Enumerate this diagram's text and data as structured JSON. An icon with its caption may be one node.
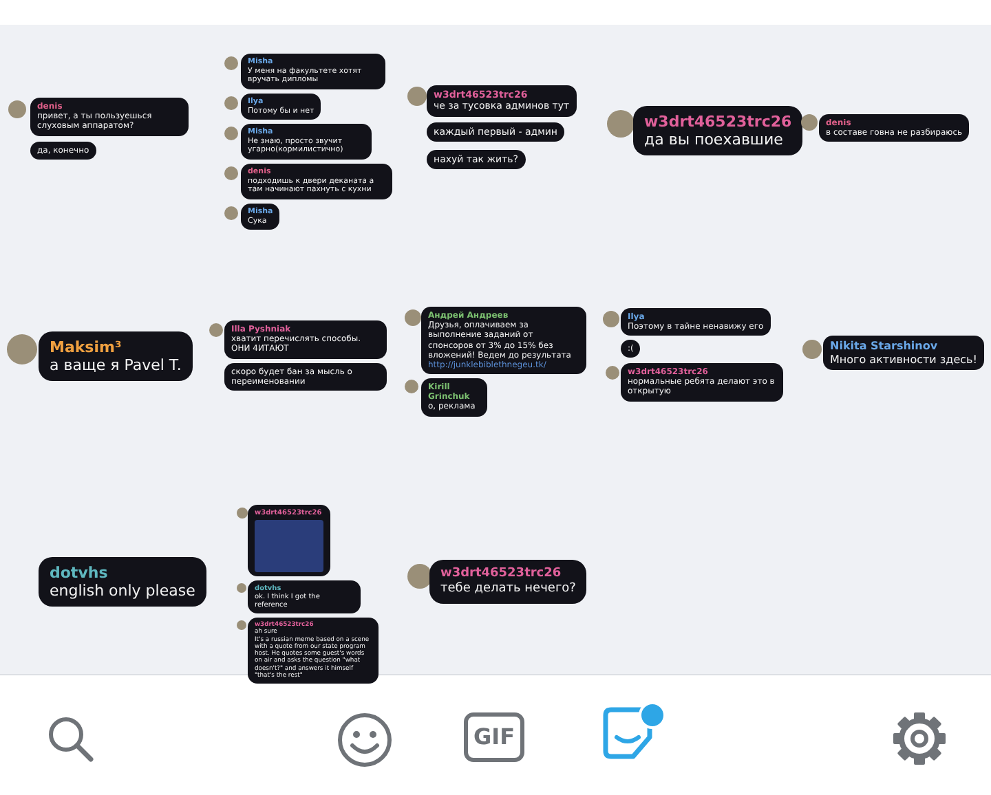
{
  "diagram": {
    "nodes": [
      {
        "text": [
          "denis",
          "привет, а ты пользуешься слуховым аппаратом?"
        ]
      },
      {
        "text": [
          "да, конечно"
        ]
      },
      {
        "text": [
          "Misha",
          "У меня на факультете хотят вручать дипломы"
        ]
      },
      {
        "text": [
          "Ilya",
          "Потому бы и нет"
        ]
      },
      {
        "text": [
          "Misha",
          "Не знаю, просто звучит угарно(кормилистично)"
        ]
      },
      {
        "text": [
          "denis",
          "подходишь к двери деканата а там начинают пахнуть с кухни"
        ]
      },
      {
        "text": [
          "Misha",
          "Сука"
        ]
      },
      {
        "text": [
          "w3drt46523trc26",
          "че за тусовка админов тут"
        ]
      },
      {
        "text": [
          "каждый первый - админ"
        ]
      },
      {
        "text": [
          "нахуй так жить?"
        ]
      },
      {
        "text": [
          "w3drt46523trc26",
          "да вы поехавшие"
        ]
      },
      {
        "text": [
          "denis",
          "в составе говна не разбираюсь"
        ]
      },
      {
        "text": [
          "Maksim³",
          "а ваще я Pavel T."
        ]
      },
      {
        "text": [
          "Illa Pyshniak",
          "хватит перечислять способы. ОНИ 4ИТАЮТ"
        ]
      },
      {
        "text": [
          "скоро будет бан за мысль о переименовании"
        ]
      },
      {
        "text": [
          "Андрей Андреев",
          "Друзья, оплачиваем за выполнение заданий от спонсоров от 3% до 15% без вложений! Ведем до результата",
          "http://junklebiblethnegeu.tk/"
        ]
      },
      {
        "text": [
          "Kirill Grinchuk",
          "о, реклама"
        ]
      },
      {
        "text": [
          "Ilya",
          "Поэтому в тайне ненавижу его"
        ]
      },
      {
        "text": [
          ":("
        ]
      },
      {
        "text": [
          "w3drt46523trc26",
          "нормальные ребята делают это в открытую"
        ]
      },
      {
        "text": [
          "Nikita Starshinov",
          "Много активности здесь!"
        ]
      },
      {
        "text": [
          "dotvhs",
          "english only please"
        ]
      },
      {
        "text": [
          "w3drt46523trc26"
        ]
      },
      {
        "text": [
          "dotvhs",
          "ok. I think I got the reference"
        ]
      },
      {
        "text": [
          "w3drt46523trc26",
          "ah sure",
          "It's a russian meme based on a scene with a quote from our state program host. He quotes some guest's words on air and asks the question \"what doesn't?\" and answers it himself \"that's the rest\""
        ]
      },
      {
        "text": [
          "w3drt46523trc26",
          "тебе делать нечего?"
        ]
      }
    ],
    "labels": [
      "GIF"
    ]
  }
}
